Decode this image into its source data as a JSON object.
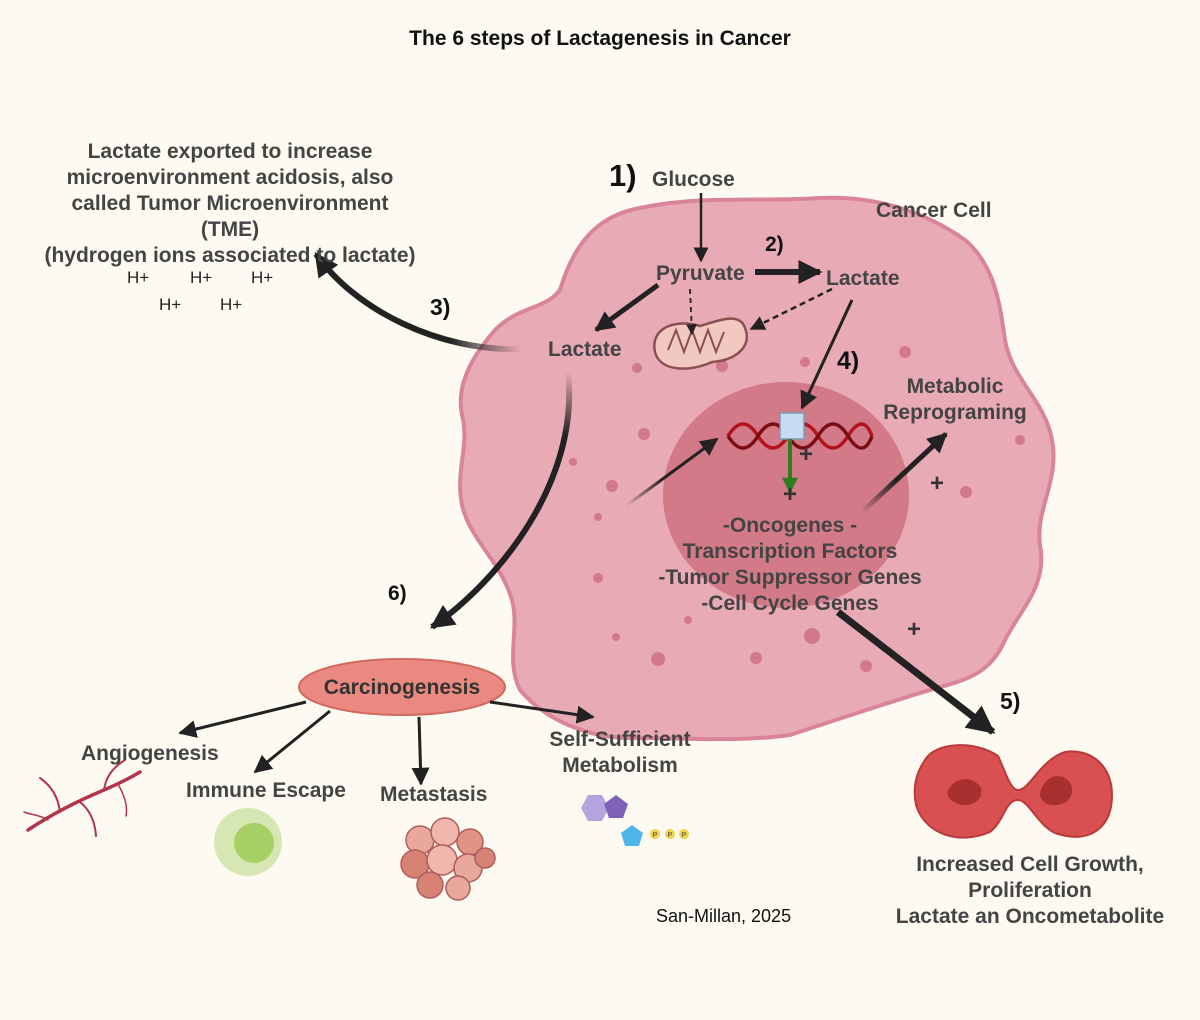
{
  "title": "The 6 steps of Lactagenesis in Cancer",
  "steps": {
    "s1": "1)",
    "s2": "2)",
    "s3": "3)",
    "s4": "4)",
    "s5": "5)",
    "s6": "6)"
  },
  "labels": {
    "glucose": "Glucose",
    "cancer_cell": "Cancer Cell",
    "pyruvate": "Pyruvate",
    "lactate_right": "Lactate",
    "lactate_left": "Lactate",
    "metabolic_reprograming": "Metabolic\nReprograming",
    "gene_list": "-Oncogenes -\nTranscription Factors\n-Tumor Suppressor Genes\n-Cell Cycle Genes",
    "export_note": "Lactate exported to increase\nmicroenvironment acidosis, also\ncalled Tumor Microenvironment (TME)\n(hydrogen ions associated to lactate)",
    "carcinogenesis": "Carcinogenesis",
    "angiogenesis": "Angiogenesis",
    "immune_escape": "Immune Escape",
    "metastasis": "Metastasis",
    "self_sufficient": "Self-Sufficient\nMetabolism",
    "outcome": "Increased Cell Growth,\nProliferation\nLactate an Oncometabolite",
    "credit": "San-Millan, 2025",
    "atp_p": "P"
  },
  "hydrogen_ions": [
    "H+",
    "H+",
    "H+",
    "H+",
    "H+"
  ],
  "plus_signs": [
    "+",
    "+",
    "+",
    "+"
  ],
  "colors": {
    "background": "#fdfbf1",
    "cell_fill": "#e8aab5",
    "cell_edge": "#d98596",
    "nucleus": "#d27a88",
    "carcinogenesis": "#e98980",
    "dividing_cell": "#d8504f",
    "dna_red": "#b3141c",
    "green_arrow": "#2e7d1e",
    "immune_cell": "#a6cf64"
  }
}
